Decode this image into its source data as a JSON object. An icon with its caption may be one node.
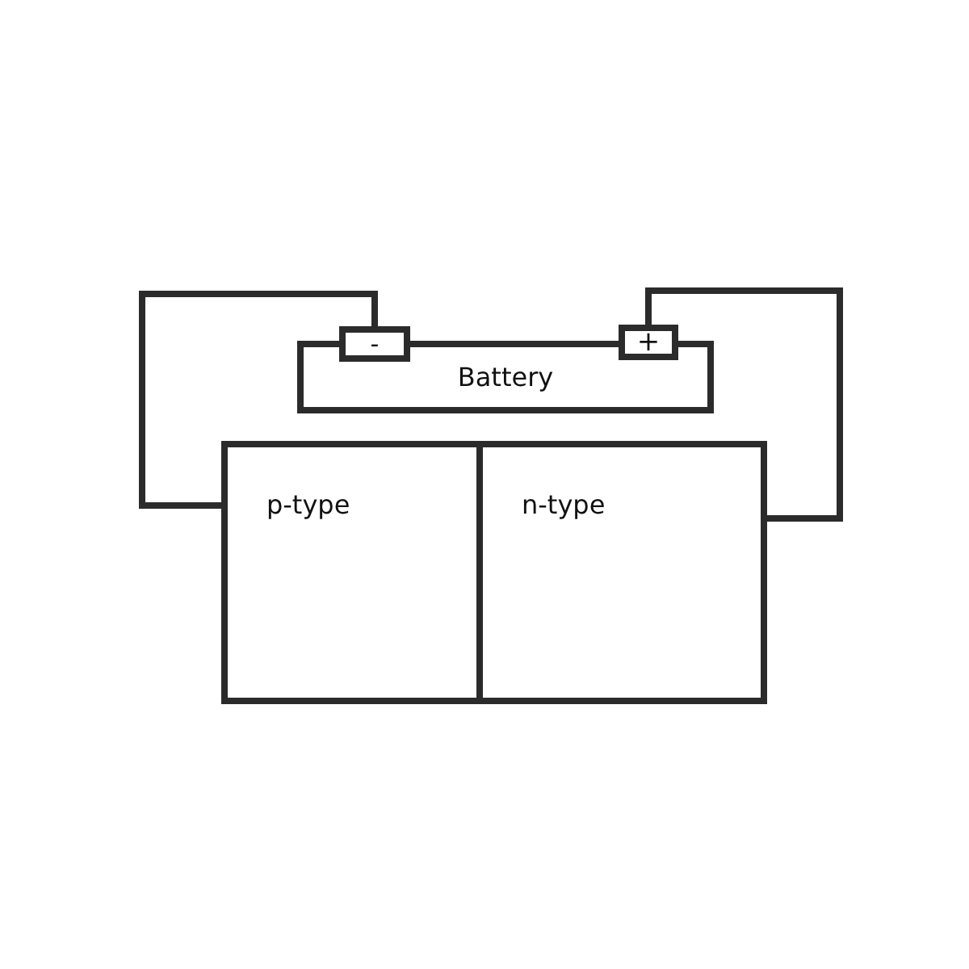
{
  "diagram": {
    "nodes": [
      {
        "text": [
          "Battery"
        ]
      },
      {
        "text": [
          "-"
        ]
      },
      {
        "text": [
          "+"
        ]
      },
      {
        "text": [
          "p-type"
        ]
      },
      {
        "text": [
          "n-type"
        ]
      }
    ],
    "edges": [
      {
        "from": 1,
        "to": 3,
        "arrow": "none"
      },
      {
        "from": 2,
        "to": 4,
        "arrow": "none"
      }
    ]
  }
}
